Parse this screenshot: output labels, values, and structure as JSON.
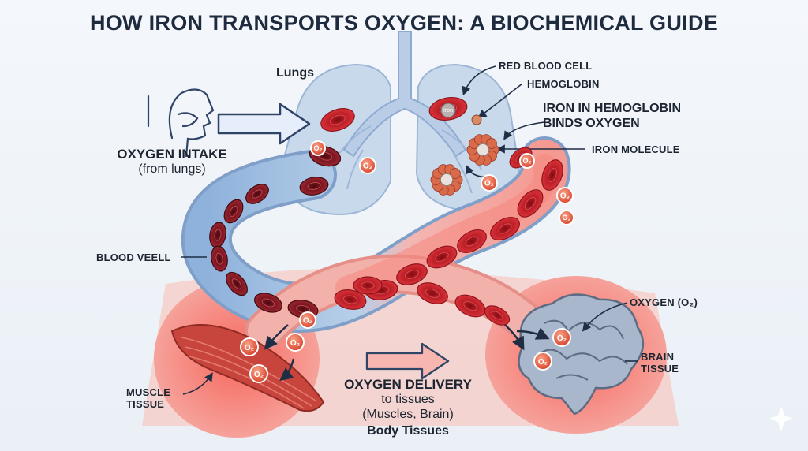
{
  "title": "HOW IRON TRANSPORTS OXYGEN: A BIOCHEMICAL GUIDE",
  "labels": {
    "lungs": "Lungs",
    "oxygen_intake": "OXYGEN INTAKE",
    "oxygen_intake_sub": "(from lungs)",
    "blood_vessel": "BLOOD VEELL",
    "red_blood_cell": "RED BLOOD CELL",
    "hemoglobin": "HEMOGLOBIN",
    "iron_binds_line1": "IRON IN HEMOGLOBIN",
    "iron_binds_line2": "BINDS OXYGEN",
    "iron_molecule": "IRON MOLECULE",
    "oxygen_o2": "OXYGEN (O₂)",
    "brain_line1": "BRAIN",
    "brain_line2": "TISSUE",
    "muscle_line1": "MUSCLE",
    "muscle_line2": "TISSUE",
    "delivery": "OXYGEN DELIVERY",
    "delivery_sub1": "to tissues",
    "delivery_sub2": "(Muscles, Brain)",
    "body_tissues": "Body Tissues"
  },
  "o2_badge": "O₂",
  "iron_badge": "Iron",
  "colors": {
    "title": "#1e2a3e",
    "lung": "#c9d9ec",
    "vessel_blue": "#a9c4e3",
    "vessel_red": "#f0a4a2",
    "rbc": "#c8222a",
    "o2": "#e8553a",
    "tissue_bg": "#f28a82",
    "muscle": "#c7453c",
    "brain": "#a9b7cc",
    "arrow": "#2f4466"
  },
  "icons": [
    "head-profile-icon",
    "right-arrow-icon",
    "curved-arrow-icon"
  ]
}
